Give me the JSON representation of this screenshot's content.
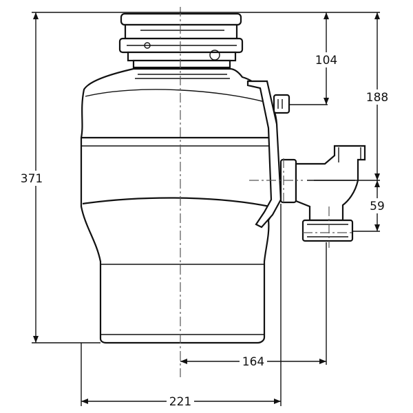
{
  "diagram": {
    "dimensions": {
      "overall_height": "371",
      "inlet_height": "104",
      "outlet_height": "188",
      "outlet_offset": "59",
      "center_to_outlet": "164",
      "body_width": "221"
    },
    "colors": {
      "line": "#111111",
      "background": "#ffffff"
    }
  }
}
